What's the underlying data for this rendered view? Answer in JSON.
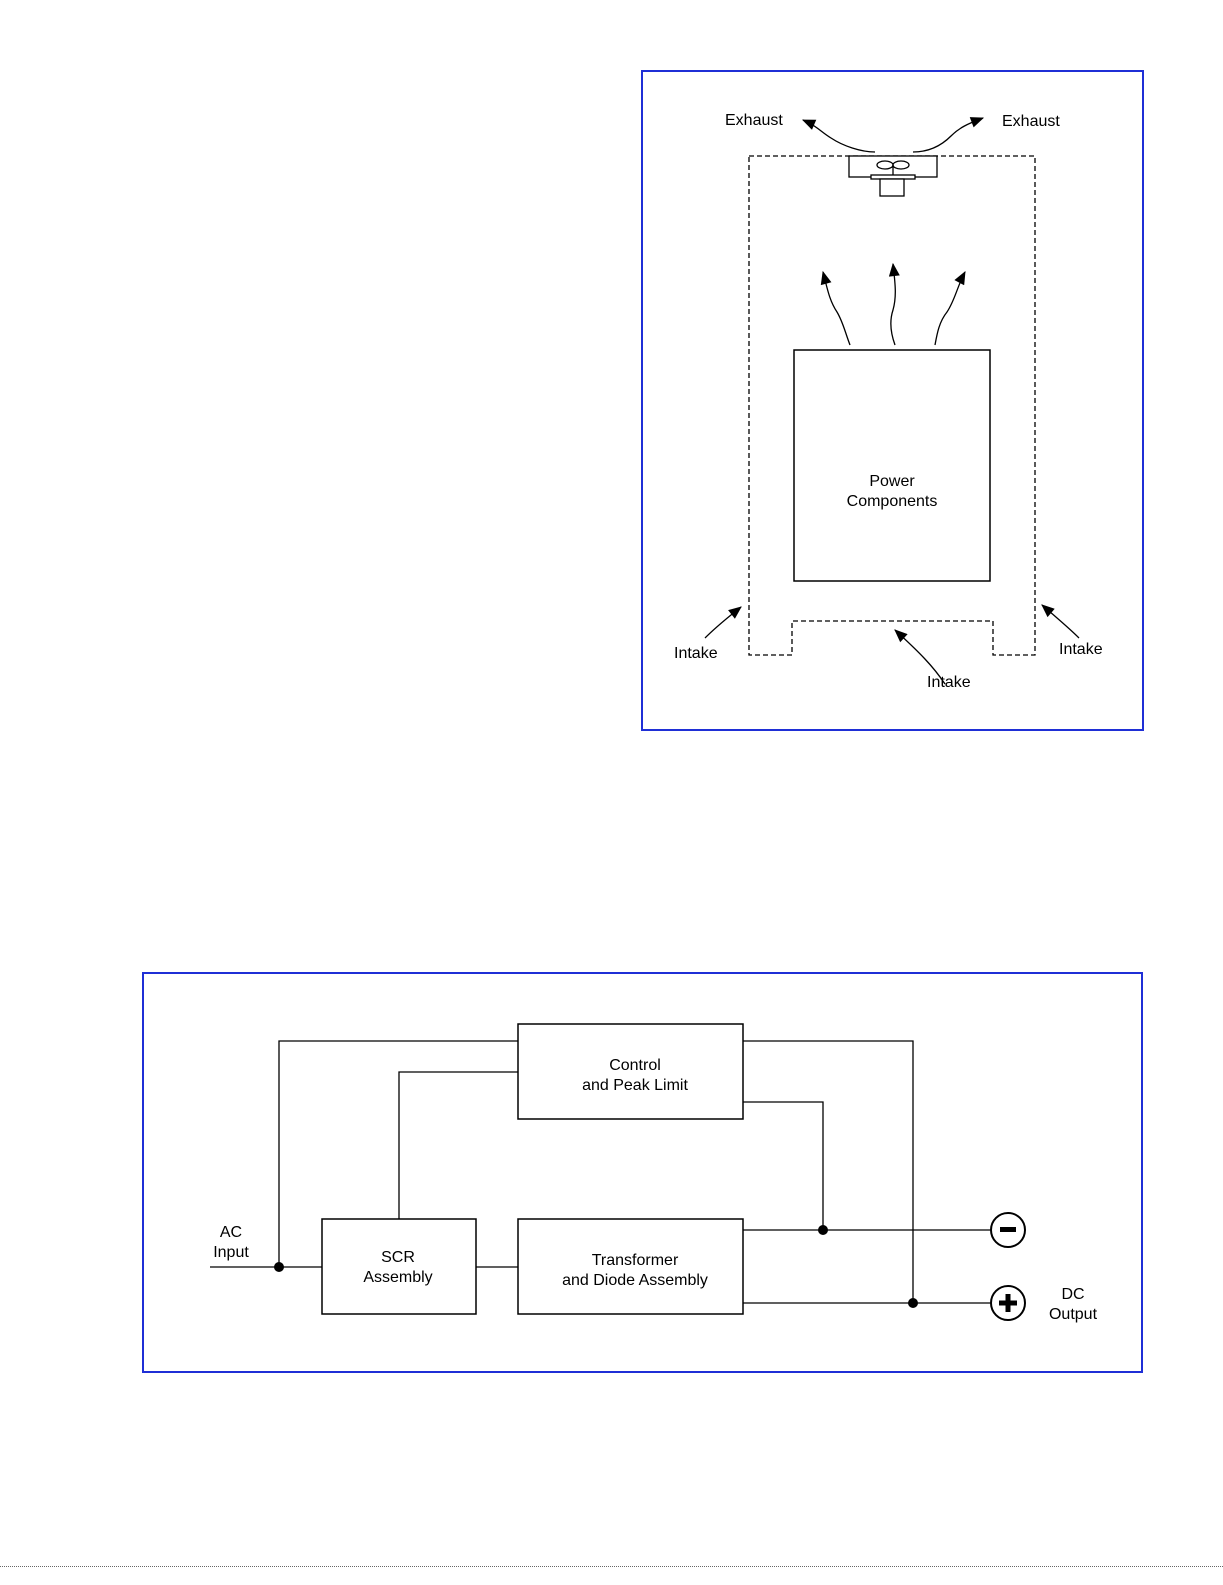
{
  "cooling_diagram": {
    "exhaust_left": "Exhaust",
    "exhaust_right": "Exhaust",
    "power_components_line1": "Power",
    "power_components_line2": "Components",
    "intake_left": "Intake",
    "intake_bottom": "Intake",
    "intake_right": "Intake"
  },
  "block_diagram": {
    "control_line1": "Control",
    "control_line2": "and Peak Limit",
    "scr_line1": "SCR",
    "scr_line2": "Assembly",
    "transformer_line1": "Transformer",
    "transformer_line2": "and Diode Assembly",
    "ac_input_line1": "AC",
    "ac_input_line2": "Input",
    "dc_output_line1": "DC",
    "dc_output_line2": "Output",
    "negative_symbol": "−",
    "positive_symbol": "+"
  },
  "colors": {
    "panel_border": "#1f2fd6",
    "line": "#000000"
  }
}
